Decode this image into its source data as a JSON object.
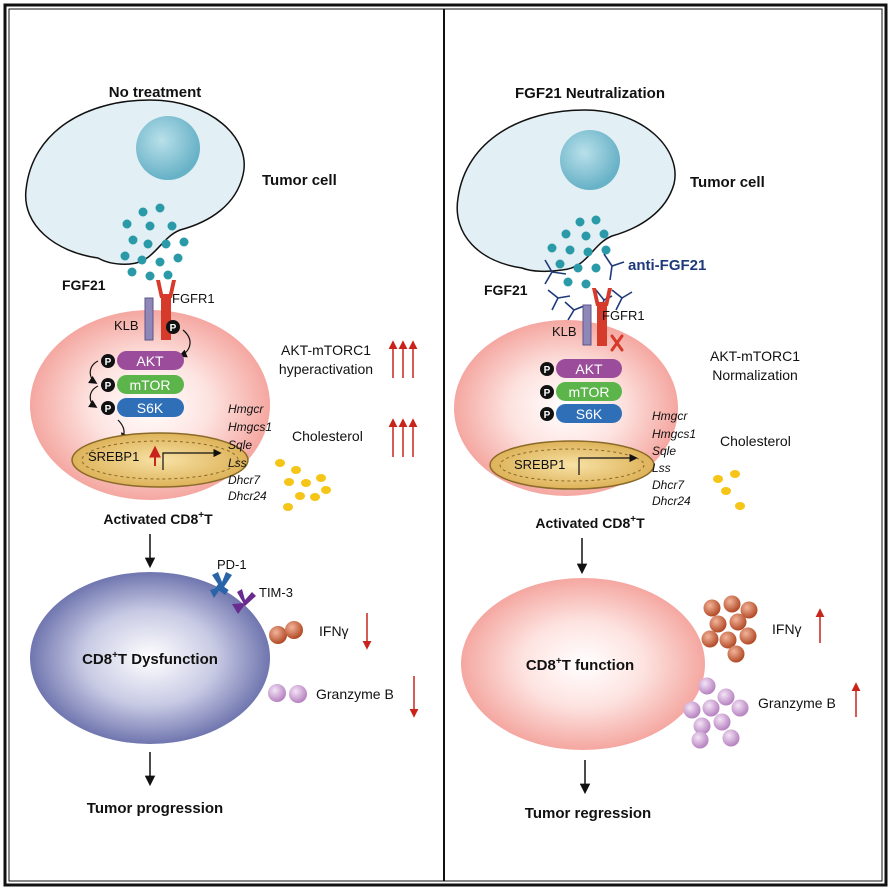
{
  "left": {
    "title": "No treatment",
    "tumor_label": "Tumor cell",
    "fgf21_label": "FGF21",
    "receptor_label": "FGFR1",
    "coreceptor_label": "KLB",
    "phospho_symbol": "P",
    "kinases": [
      "AKT",
      "mTOR",
      "S6K"
    ],
    "pathway_line1": "AKT-mTORC1",
    "pathway_line2": "hyperactivation",
    "srebp_label": "SREBP1",
    "genes": [
      "Hmgcr",
      "Hmgcs1",
      "Sqle",
      "Lss",
      "Dhcr7",
      "Dhcr24"
    ],
    "cholesterol_label": "Cholesterol",
    "activated_label": "Activated CD8",
    "activated_suffix": "T",
    "pd1_label": "PD-1",
    "tim3_label": "TIM-3",
    "cd8_state_label": "CD8",
    "cd8_state_suffix": "T Dysfunction",
    "ifng_label": "IFNγ",
    "granzyme_label": "Granzyme B",
    "outcome_label": "Tumor progression"
  },
  "right": {
    "title": "FGF21 Neutralization",
    "tumor_label": "Tumor cell",
    "antibody_label": "anti-FGF21",
    "fgf21_label": "FGF21",
    "receptor_label": "FGFR1",
    "coreceptor_label": "KLB",
    "phospho_symbol": "P",
    "kinases": [
      "AKT",
      "mTOR",
      "S6K"
    ],
    "pathway_line1": "AKT-mTORC1",
    "pathway_line2": "Normalization",
    "srebp_label": "SREBP1",
    "genes": [
      "Hmgcr",
      "Hmgcs1",
      "Sqle",
      "Lss",
      "Dhcr7",
      "Dhcr24"
    ],
    "cholesterol_label": "Cholesterol",
    "activated_label": "Activated CD8",
    "activated_suffix": "T",
    "cd8_state_label": "CD8",
    "cd8_state_suffix": "T function",
    "ifng_label": "IFNγ",
    "granzyme_label": "Granzyme B",
    "outcome_label": "Tumor regression"
  },
  "superscript": "+",
  "colors": {
    "tumor_fill": "#e2f0f5",
    "nucleus": "#7fbfd1",
    "fgf21_dot": "#2a9aa8",
    "cell_pink": "#f4a6a0",
    "receptor_red": "#d63a2a",
    "klb_purple": "#8f87b8",
    "akt": "#9b4d9b",
    "mtor": "#5cb54a",
    "s6k": "#2e6fb8",
    "mito_gold": "#e9c66a",
    "cholesterol": "#f5c518",
    "arrow_red": "#c8241b",
    "dysfunction_blue": "#6a70ab",
    "pd1_blue": "#2a64a8",
    "tim3_purple": "#6a2b8f",
    "ifng_brown": "#c55a33",
    "granzyme_violet": "#c89bd0",
    "antibody_navy": "#1f3a7a"
  }
}
